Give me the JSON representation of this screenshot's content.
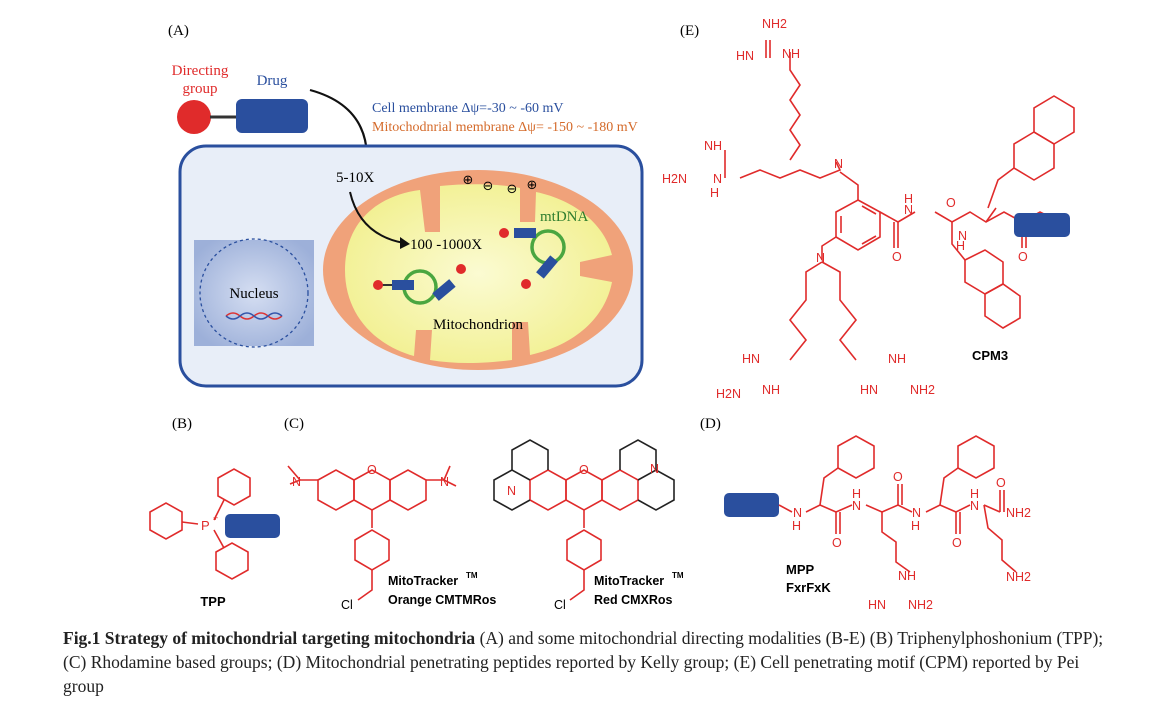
{
  "panels": {
    "a": "(A)",
    "b": "(B)",
    "c": "(C)",
    "d": "(D)",
    "e": "(E)"
  },
  "panel_a": {
    "directing_group_line1": "Directing",
    "directing_group_line2": "group",
    "drug": "Drug",
    "cell_membrane": "Cell membrane Δψ=-30 ~ -60 mV",
    "mito_membrane": "Mitochodnrial membrane   Δψ= -150 ~ -180 mV",
    "fold_1": "5-10X",
    "fold_2": "100 -1000X",
    "mtdna": "mtDNA",
    "nucleus": "Nucleus",
    "mitochondrion": "Mitochondrion",
    "plus": "⊕",
    "minus": "⊖"
  },
  "panel_b": {
    "label": "TPP",
    "p_atom": "P"
  },
  "panel_c": {
    "name1_line1": "MitoTracker",
    "name1_line2": "Orange CMTMRos",
    "name2_line1": "MitoTracker",
    "name2_line2": "Red CMXRos",
    "tm": "TM",
    "cl": "Cl",
    "n_plus": "N",
    "n": "N",
    "o": "O"
  },
  "panel_d": {
    "label1": "MPP",
    "label2": "FxrFxK",
    "nh2": "NH2",
    "hn": "HN",
    "nh": "NH",
    "n": "N",
    "o": "O",
    "h": "H"
  },
  "panel_e": {
    "label": "CPM3",
    "nh2": "NH2",
    "hn": "HN",
    "nh": "NH",
    "h2n": "H2N",
    "n": "N",
    "o": "O",
    "h": "H"
  },
  "caption": {
    "title": "Fig.1   Strategy of mitochondrial targeting mitochondria",
    "text": "   (A) and some mitochondrial directing modalities (B-E)   (B) Triphenylphoshonium (TPP); (C) Rhodamine based groups; (D) Mitochondrial penetrating peptides reported by Kelly group; (E) Cell penetrating motif (CPM) reported by Pei group"
  },
  "colors": {
    "red": "#e02b2b",
    "blue": "#2a4f9e",
    "mito": "#f0a27a",
    "mito_inner": "#f6f5a8",
    "cell_fill": "#e6edf8",
    "green": "#4aa640"
  }
}
